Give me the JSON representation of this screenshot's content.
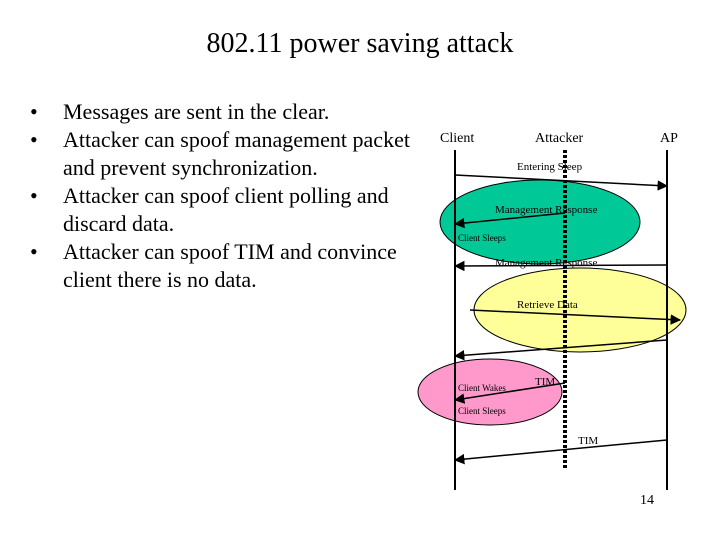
{
  "slide": {
    "title": "802.11 power saving attack",
    "bullets": [
      "Messages are sent in the clear.",
      "Attacker can spoof management packet and prevent synchronization.",
      "Attacker can spoof client polling and discard data.",
      "Attacker can spoof TIM and convince client there is no data."
    ],
    "page_number": "14"
  },
  "diagram": {
    "actors": {
      "client": "Client",
      "attacker": "Attacker",
      "ap": "AP"
    },
    "messages": {
      "entering_sleep": "Entering Sleep",
      "management_response_1": "Management Response",
      "client_sleeps_1": "Client Sleeps",
      "management_response_2": "Management Response",
      "retrieve_data": "Retrieve Data",
      "client_wakes": "Client Wakes",
      "tim_1": "TIM",
      "client_sleeps_2": "Client Sleeps",
      "tim_2": "TIM"
    },
    "colors": {
      "green_region": "#00c896",
      "yellow_region": "#ffff99",
      "pink_region": "#ff99cc"
    }
  }
}
